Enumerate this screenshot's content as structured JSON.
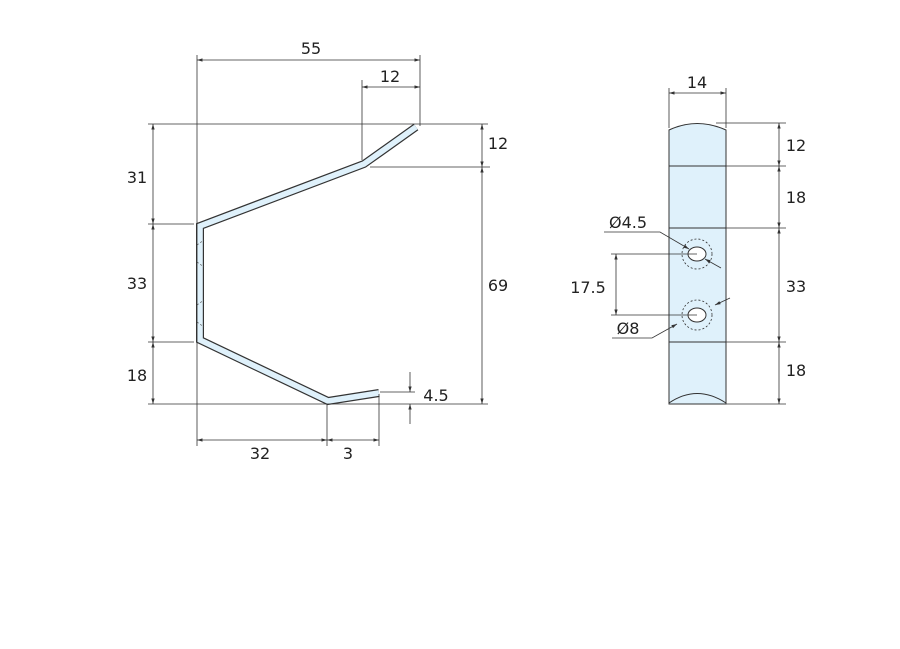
{
  "side_view": {
    "dims": {
      "overall_width": "55",
      "tip_width": "12",
      "tip_height": "12",
      "upper_height": "31",
      "back_height": "33",
      "lower_height": "18",
      "total_height": "69",
      "lower_hook_rise": "4.5",
      "lower_reach": "32",
      "lower_tip": "3"
    }
  },
  "front_view": {
    "dims": {
      "width": "14",
      "top_segment": "12",
      "upper_segment": "18",
      "mid_segment": "33",
      "bottom_segment": "18",
      "hole_spacing": "17.5",
      "hole_diameter": "Ø4.5",
      "countersink_diameter": "Ø8"
    }
  },
  "colors": {
    "part_fill": "#dff1fb",
    "outline": "#333333"
  }
}
